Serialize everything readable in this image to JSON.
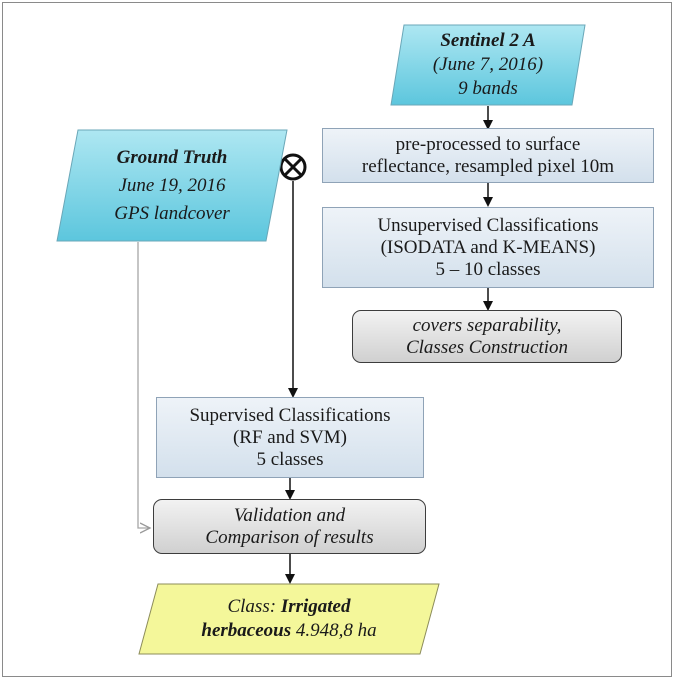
{
  "sentinel": {
    "title": "Sentinel 2 A",
    "date": "(June 7, 2016)",
    "bands": "9 bands"
  },
  "ground_truth": {
    "title": "Ground Truth",
    "date": "June 19, 2016",
    "source": "GPS landcover"
  },
  "preprocess": {
    "line1": "pre-processed to surface",
    "line2": "reflectance, resampled pixel  10m"
  },
  "unsupervised": {
    "line1": "Unsupervised Classifications",
    "line2": "(ISODATA and K-MEANS)",
    "line3": "5 – 10 classes"
  },
  "separability": {
    "line1": "covers separability,",
    "line2": "Classes Construction"
  },
  "supervised": {
    "line1": "Supervised Classifications",
    "line2": "(RF and SVM)",
    "line3": "5 classes"
  },
  "validation": {
    "line1": "Validation and",
    "line2": "Comparison of results"
  },
  "result": {
    "prefix": "Class: ",
    "class_part1": "Irrigated",
    "class_part2": "herbaceous",
    "area": " 4.948,8 ha"
  },
  "colors": {
    "parallelogram_fill": "#7fd3e6",
    "process_fill": "#dbe5f0",
    "rounded_fill": "#dcdcdc",
    "result_fill": "#f4f79a"
  }
}
